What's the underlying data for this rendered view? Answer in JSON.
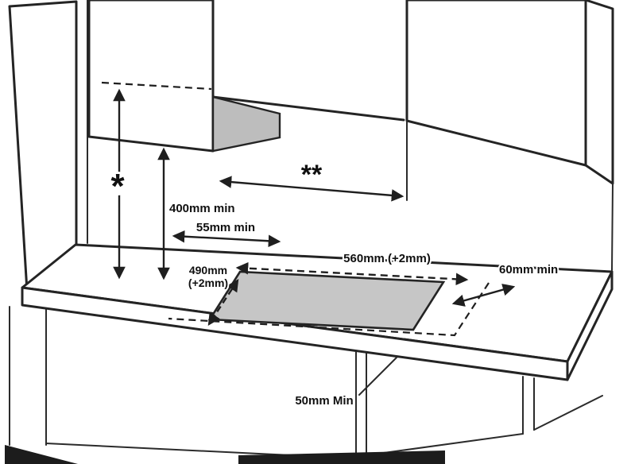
{
  "diagram": {
    "type": "technical-illustration",
    "subject": "Built-in hob worktop cutout and cabinet clearance diagram",
    "labels": {
      "star": "*",
      "double_star": "**",
      "clearance_above": "400mm min",
      "clearance_rear": "55mm min",
      "cutout_width": "560mm (+2mm)",
      "cutout_depth_line1": "490mm",
      "cutout_depth_line2": "(+2mm)",
      "clearance_side": "60mm min",
      "clearance_front": "50mm Min"
    },
    "colors": {
      "ink": "#1f1f1f",
      "cutout_fill": "#c6c6c6",
      "recess_fill": "#bdbdbd",
      "background": "#ffffff"
    }
  }
}
